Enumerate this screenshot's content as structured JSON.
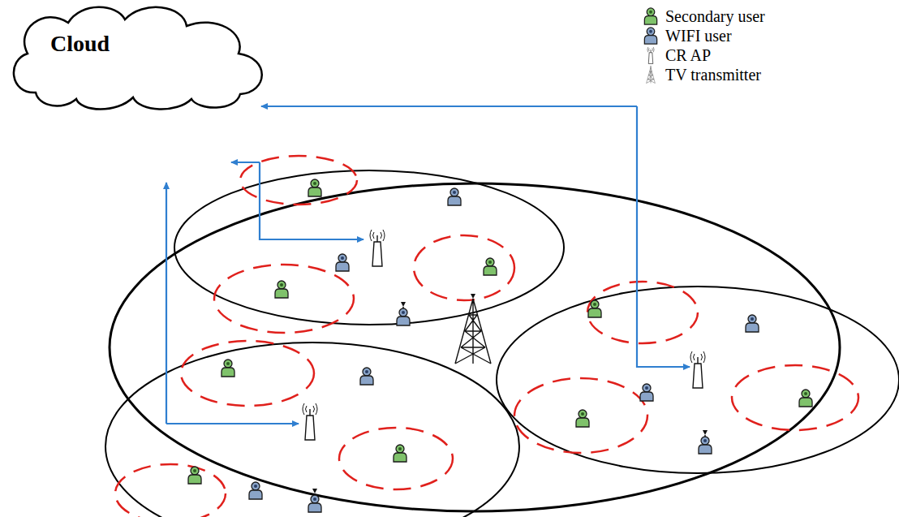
{
  "diagram": {
    "nodes": [
      {
        "text": [
          "Cloud"
        ]
      }
    ],
    "legend": [
      {
        "text": "Secondary user"
      },
      {
        "text": "WIFI user"
      },
      {
        "text": "CR AP"
      },
      {
        "text": "TV transmitter"
      }
    ]
  }
}
